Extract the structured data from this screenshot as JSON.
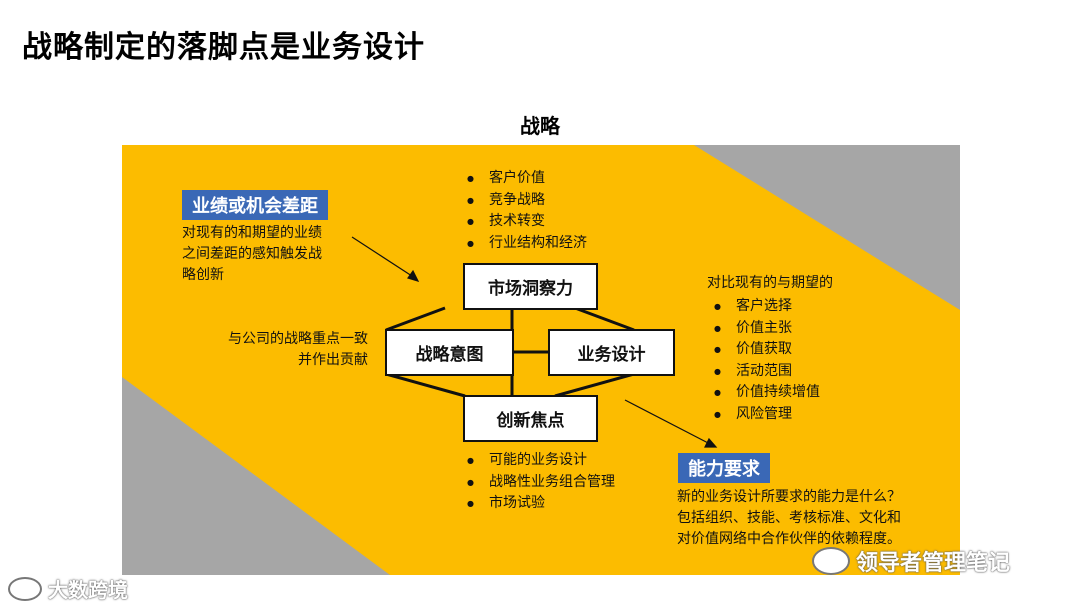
{
  "page_title": "战略制定的落脚点是业务设计",
  "diagram_title": "战略",
  "boxes": {
    "market_insight": "市场洞察力",
    "strategic_intent": "战略意图",
    "business_design": "业务设计",
    "innovation_focus": "创新焦点"
  },
  "tags": {
    "performance_gap": "业绩或机会差距",
    "capability_requirement": "能力要求"
  },
  "text": {
    "gap_desc": [
      "对现有的和期望的业绩",
      "之间差距的感知触发战",
      "略创新"
    ],
    "alignment_desc": [
      "与公司的战略重点一致",
      "并作出贡献"
    ],
    "compare_heading": "对比现有的与期望的",
    "capability_desc": [
      "新的业务设计所要求的能力是什么？",
      "包括组织、技能、考核标准、文化和",
      "对价值网络中合作伙伴的依赖程度。"
    ]
  },
  "lists": {
    "market_items": [
      "客户价值",
      "竞争战略",
      "技术转变",
      "行业结构和经济"
    ],
    "design_items": [
      "客户选择",
      "价值主张",
      "价值获取",
      "活动范围",
      "价值持续增值",
      "风险管理"
    ],
    "innovation_items": [
      "可能的业务设计",
      "战略性业务组合管理",
      "市场试验"
    ]
  },
  "watermarks": {
    "left": "大数跨境",
    "right": "领导者管理笔记"
  },
  "colors": {
    "panel": "#fcbc00",
    "gray_corner": "#a6a6a6",
    "tag_blue": "#3a68b6"
  }
}
